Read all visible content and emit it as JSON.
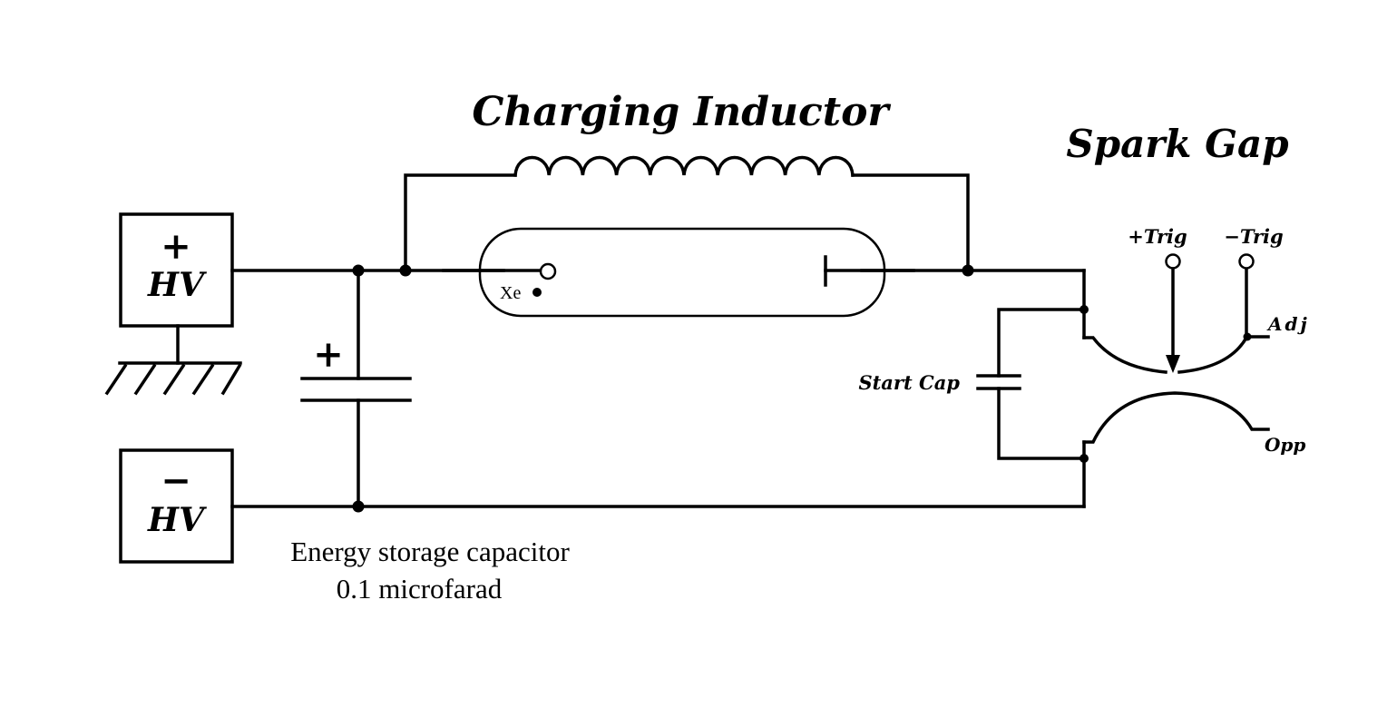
{
  "labels": {
    "charging_inductor": "Charging Inductor",
    "spark_gap": "Spark Gap",
    "hv_positive_sign": "+",
    "hv_positive": "HV",
    "hv_negative_sign": "−",
    "hv_negative": "HV",
    "cap_plus": "+",
    "xe": "Xe",
    "start_cap": "Start Cap",
    "plus_trig": "+Trig",
    "minus_trig": "−Trig",
    "adj": "Adj",
    "opp": "Opp",
    "caption_line1": "Energy storage capacitor",
    "caption_line2": "0.1 microfarad"
  },
  "colors": {
    "ink": "#000000",
    "background": "#ffffff"
  }
}
